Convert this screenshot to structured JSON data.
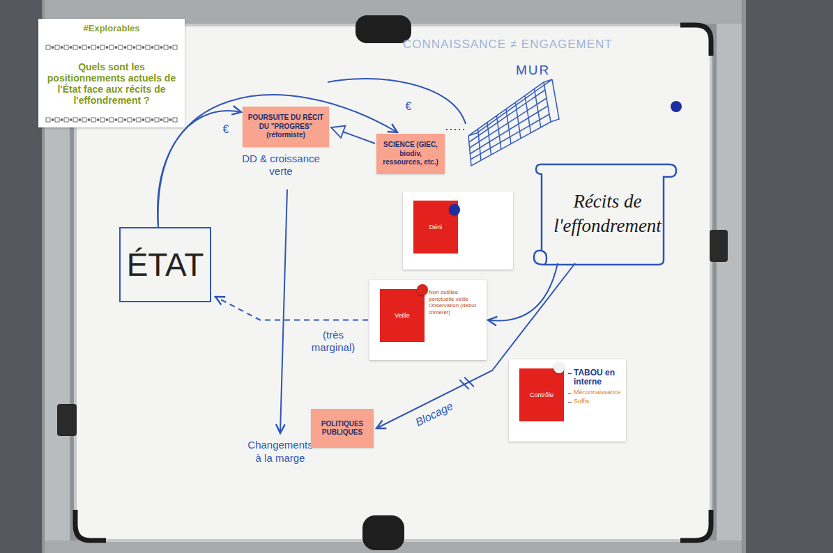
{
  "diagram": {
    "title": "Quels sont les positionnements actuels de l'État face aux récits de l'effondrement ?",
    "nodes": [
      {
        "text": [
          "ÉTAT"
        ]
      },
      {
        "text": [
          "POURSUITE DU RÉCIT DU \"PROGRES\" (réformiste)",
          "DD & croissance verte"
        ]
      },
      {
        "text": [
          "SCIENCE (GIEC, biodiv, ressources, etc.)"
        ]
      },
      {
        "text": [
          "Récits de l'effondrement"
        ]
      },
      {
        "text": [
          "Déni"
        ]
      },
      {
        "text": [
          "Veille",
          "Non outillée ponctuelle veille Observation (début d'intérêt)"
        ]
      },
      {
        "text": [
          "Contrôle",
          "TABOU en interne",
          "Méconnaissance",
          "Suffis"
        ]
      },
      {
        "text": [
          "POLITIQUES PUBLIQUES"
        ]
      }
    ],
    "edges": [
      {
        "from": 0,
        "to": 1,
        "arrow": "to",
        "label": "€"
      },
      {
        "from": 0,
        "to": 2,
        "arrow": "to",
        "label": "€"
      },
      {
        "from": 2,
        "to": 1,
        "arrow": "to"
      },
      {
        "from": 3,
        "to": 5,
        "arrow": "to"
      },
      {
        "from": 5,
        "to": 0,
        "arrow": "to",
        "label": "(très marginal)"
      },
      {
        "from": 3,
        "to": 7,
        "arrow": "to",
        "label": "Blocage"
      }
    ],
    "labels": [
      "#Explorables",
      "CONNAISSANCE ≠ ENGAGEMENT",
      "MUR",
      "Changements à la marge"
    ]
  }
}
